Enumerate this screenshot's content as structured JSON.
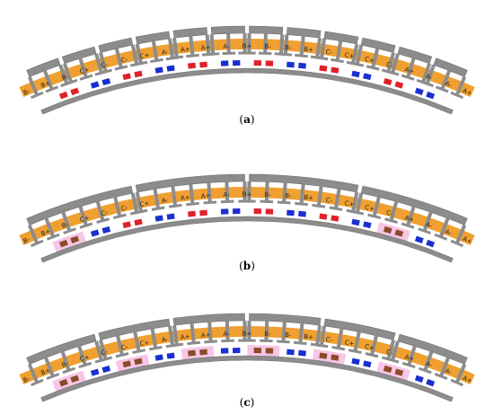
{
  "colors": {
    "core": "#8c8c8c",
    "core_stroke": "#6f6f6f",
    "coil_band": "#f0a030",
    "magnet_red": "#e0202a",
    "magnet_blue": "#1a2fd0",
    "magnet_brown": "#8b4a26",
    "magnet_glow": "#f7c6e6",
    "rail": "#8c8c8c"
  },
  "coil_labels": [
    "B-",
    "B+",
    "B-",
    "C+",
    "C-",
    "C-",
    "C+",
    "A-",
    "A+",
    "A+",
    "A-",
    "B+",
    "B-",
    "B-",
    "B+",
    "C-",
    "C+",
    "C+",
    "C-",
    "A+",
    "A-",
    "A-",
    "A+"
  ],
  "panels": [
    {
      "id": "a",
      "label": "a",
      "module_groups": [
        1,
        1,
        1,
        1,
        1,
        1,
        1,
        1,
        1,
        1,
        1,
        1
      ],
      "magnets": [
        "red",
        "blue",
        "red",
        "blue",
        "red",
        "blue",
        "red",
        "blue",
        "red",
        "blue",
        "red",
        "blue"
      ],
      "glow": [
        false,
        false,
        false,
        false,
        false,
        false,
        false,
        false,
        false,
        false,
        false,
        false
      ]
    },
    {
      "id": "b",
      "label": "b",
      "module_groups": [
        3,
        3,
        3,
        3
      ],
      "magnets": [
        "brown",
        "blue",
        "red",
        "blue",
        "red",
        "blue",
        "red",
        "blue",
        "red",
        "blue",
        "brown",
        "blue"
      ],
      "glow": [
        true,
        false,
        false,
        false,
        false,
        false,
        false,
        false,
        false,
        false,
        true,
        false
      ]
    },
    {
      "id": "c",
      "label": "c",
      "module_groups": [
        2,
        2,
        2,
        2,
        2,
        2
      ],
      "magnets": [
        "brown",
        "blue",
        "brown",
        "blue",
        "brown",
        "blue",
        "brown",
        "blue",
        "brown",
        "blue",
        "brown",
        "blue"
      ],
      "glow": [
        true,
        false,
        true,
        false,
        true,
        false,
        true,
        false,
        true,
        false,
        true,
        false
      ]
    }
  ]
}
